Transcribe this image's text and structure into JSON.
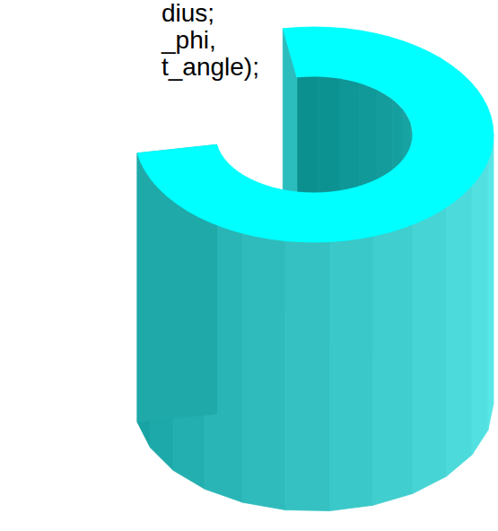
{
  "diagram": {
    "labels": [
      "dius;",
      "_phi,",
      "t_angle);"
    ]
  }
}
